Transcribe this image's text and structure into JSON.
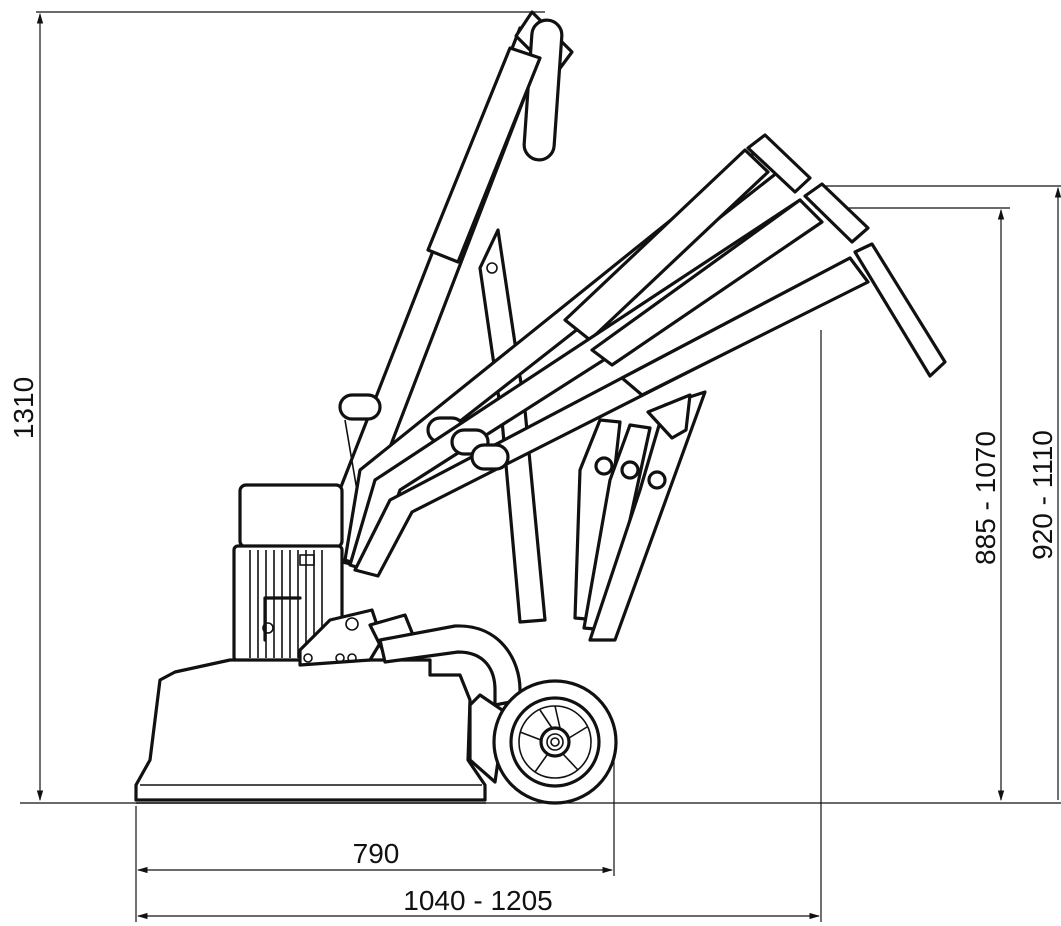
{
  "dimensions": {
    "overall_height": "1310",
    "base_length": "790",
    "overall_length": "1040 - 1205",
    "handle_height_low": "885 - 1070",
    "handle_height_high": "920 - 1110"
  },
  "colors": {
    "stroke": "#111111",
    "background": "#ffffff"
  }
}
